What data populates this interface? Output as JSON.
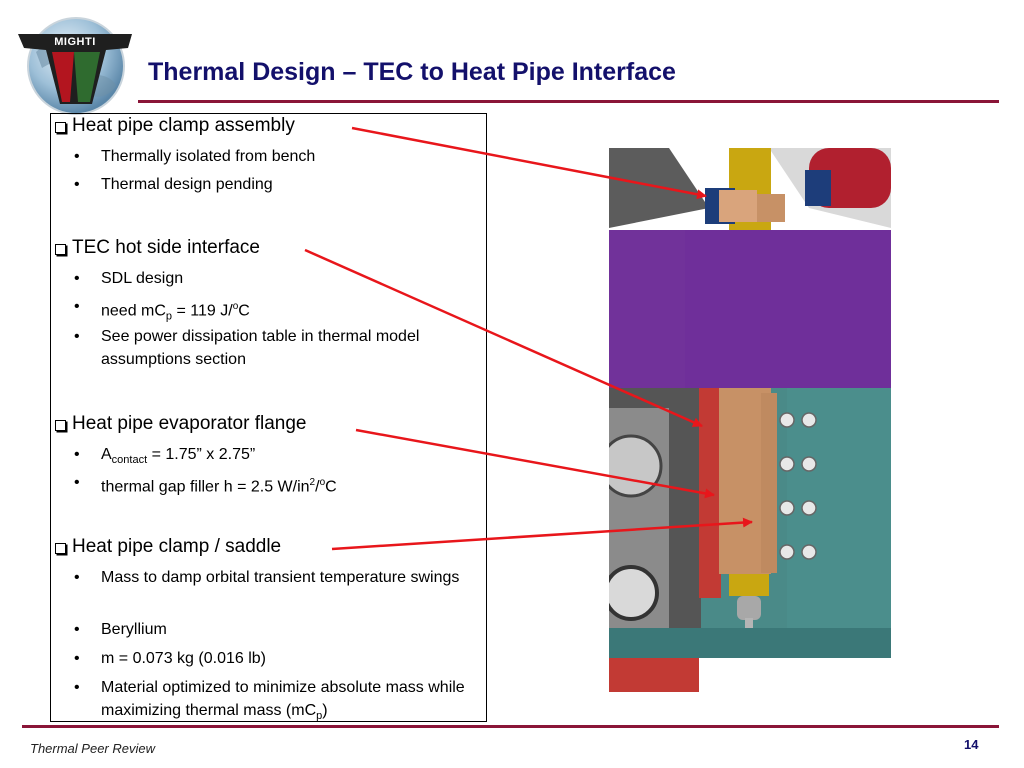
{
  "logo": {
    "text": "MIGHTI"
  },
  "slide": {
    "title": "Thermal Design – TEC to Heat Pipe Interface",
    "footer": "Thermal Peer Review",
    "page_number": "14"
  },
  "sections": [
    {
      "heading": "Heat pipe clamp assembly",
      "bullets": [
        "Thermally isolated from bench",
        "Thermal design pending"
      ]
    },
    {
      "heading": "TEC hot side interface",
      "bullets": [
        "SDL design",
        "need  mC",
        "p",
        " = 119 J/",
        "o",
        "C",
        "See power dissipation table in thermal model assumptions section"
      ]
    },
    {
      "heading": "Heat pipe evaporator flange",
      "bullets": [
        "A",
        "contact",
        " =  1.75” x 2.75”",
        "thermal gap filler h = 2.5 W/in",
        "2",
        "/",
        "o",
        "C"
      ]
    },
    {
      "heading": "Heat pipe clamp / saddle",
      "bullets": [
        "Mass to damp orbital transient temperature swings",
        "Beryllium",
        "m = 0.073 kg (0.016 lb)",
        "Material optimized to minimize absolute mass while maximizing thermal mass (mC",
        "p",
        ")"
      ]
    }
  ],
  "bullet_char": "•",
  "colors": {
    "title": "#13106b",
    "rule": "#8a1538",
    "arrow": "#e8161b"
  }
}
